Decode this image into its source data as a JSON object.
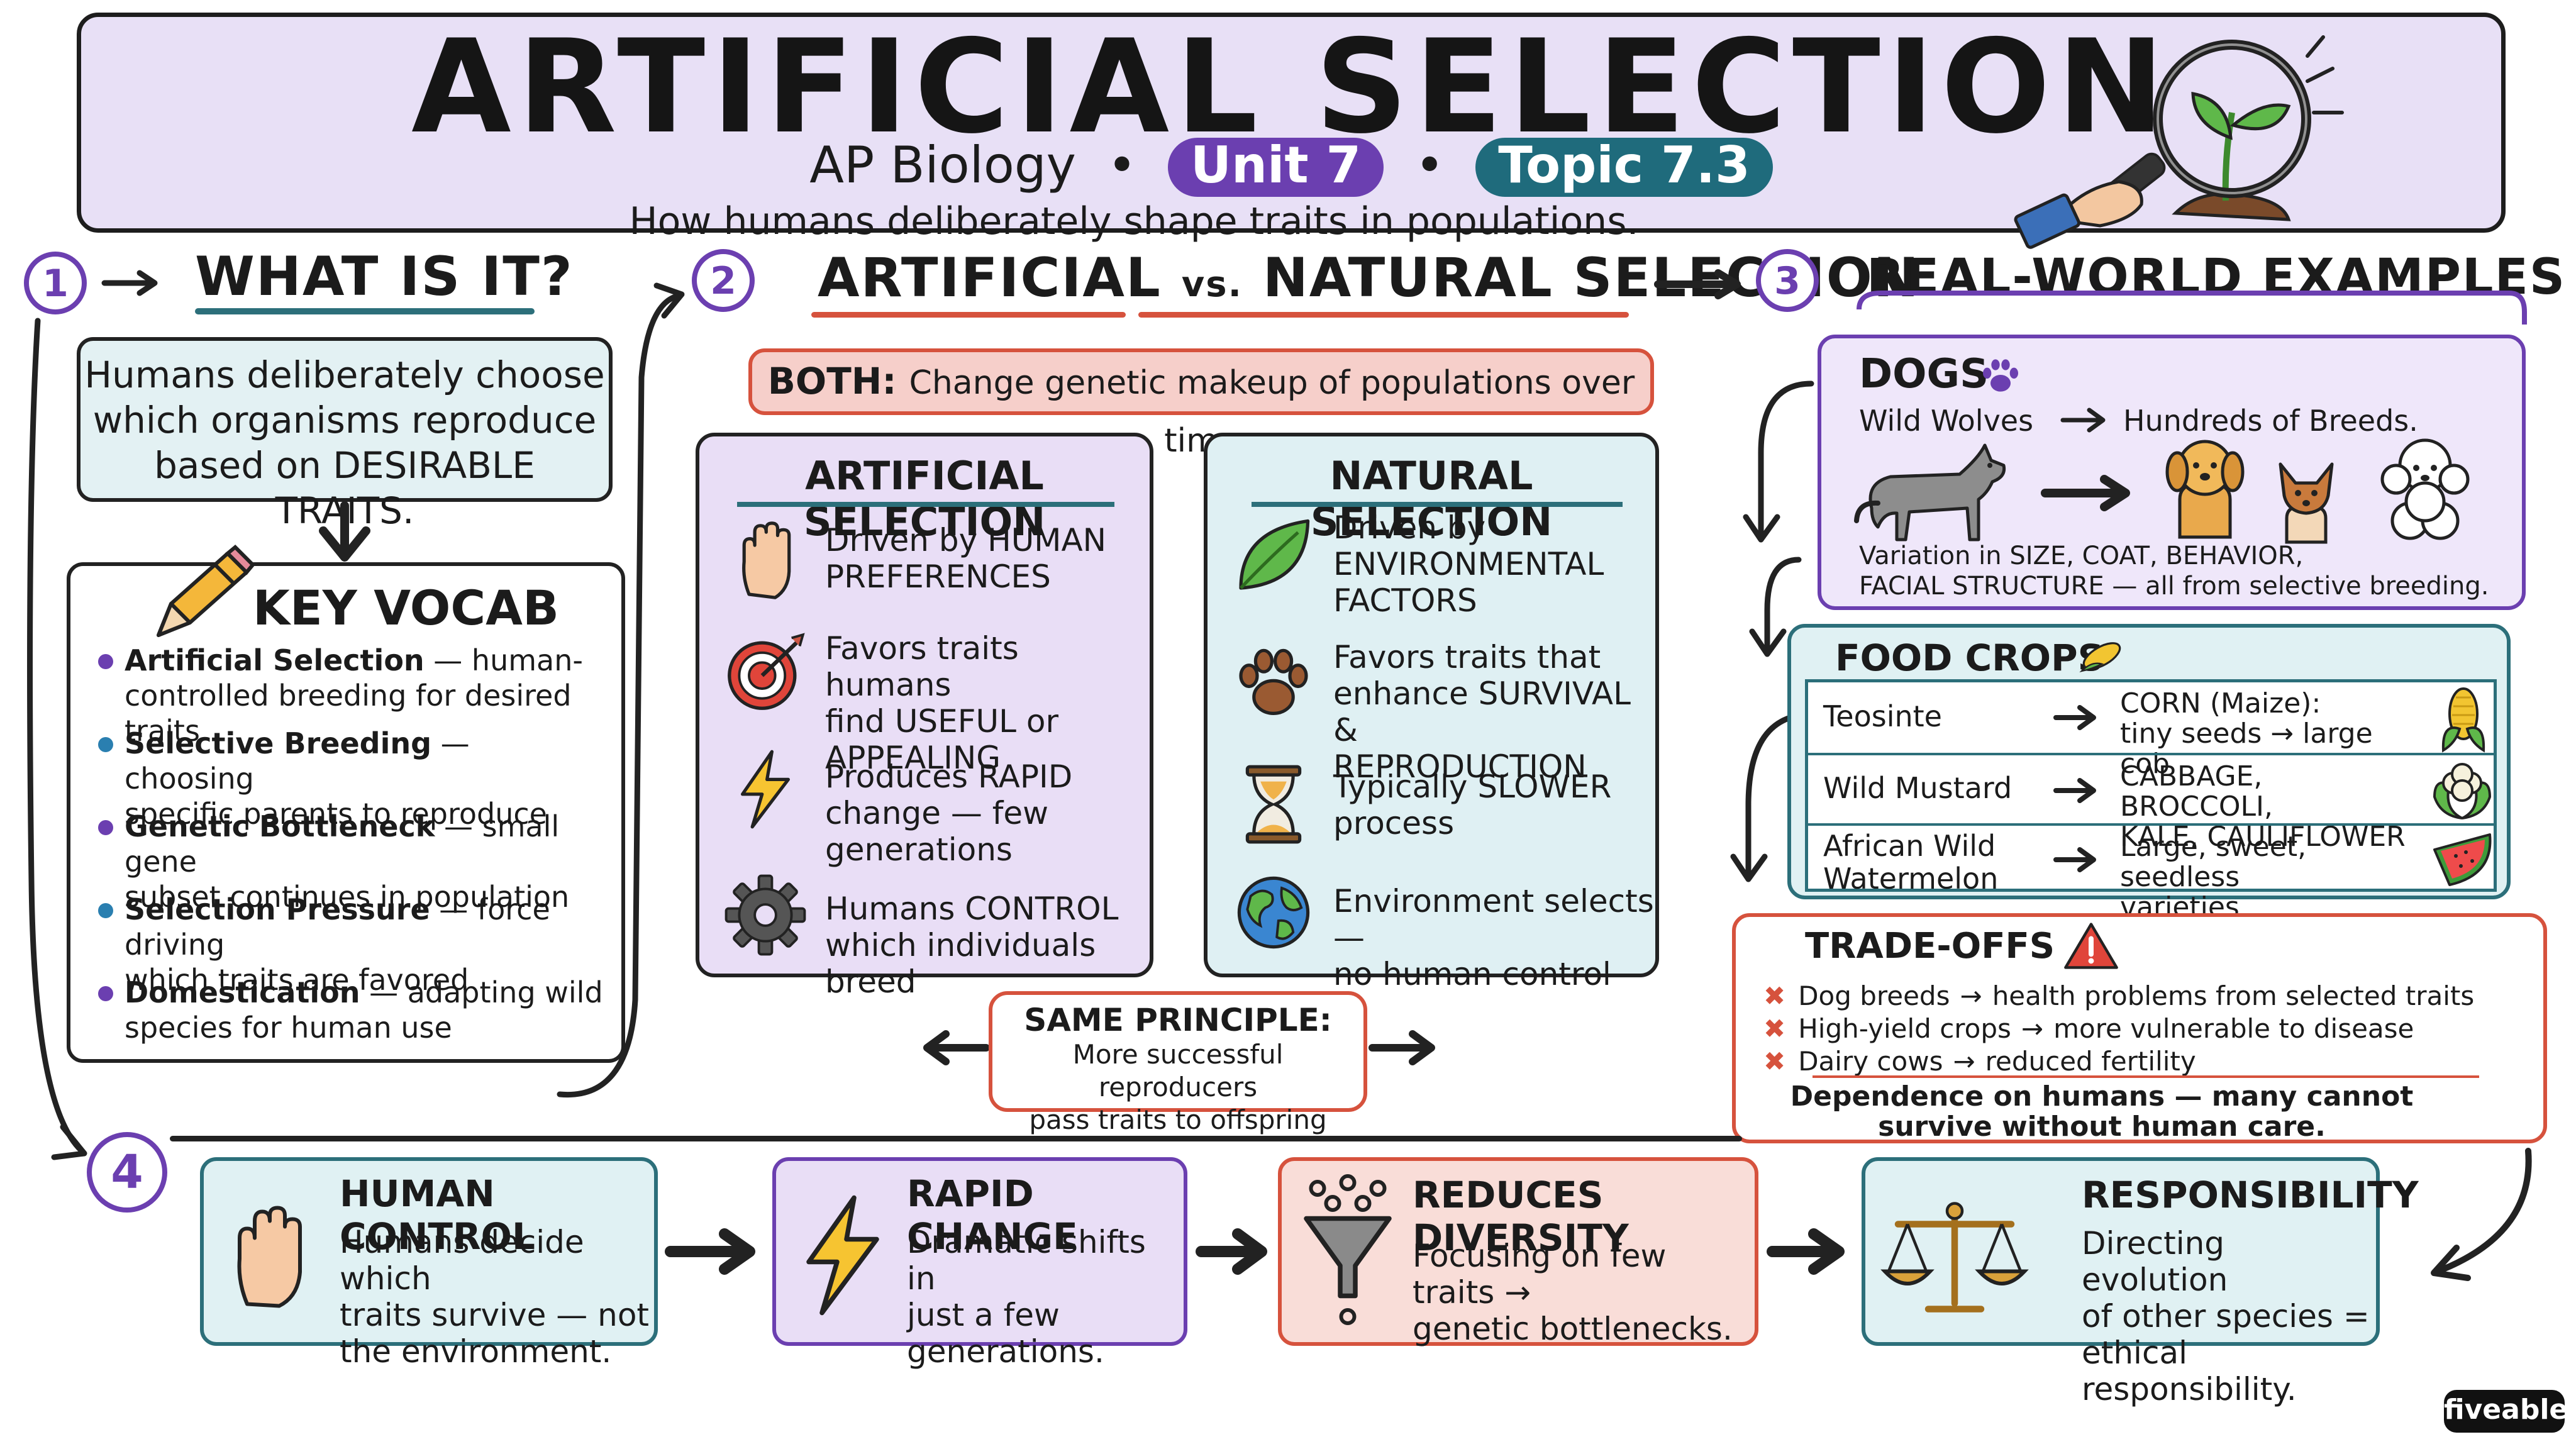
{
  "header": {
    "title": "ARTIFICIAL SELECTION",
    "course": "AP Biology",
    "separator": "•",
    "unit": "Unit 7",
    "topic": "Topic 7.3",
    "tagline": "How humans deliberately shape traits in populations."
  },
  "colors": {
    "purple": "#6b3fb0",
    "teal": "#2c6f7a",
    "red": "#d6523d",
    "unit_pill": "#6b3fb0",
    "topic_pill": "#1f6b7c"
  },
  "section1": {
    "number": "1",
    "heading": "WHAT IS IT?",
    "definition_lines": [
      "Humans deliberately choose",
      "which organisms reproduce",
      "based on DESIRABLE TRAITS."
    ],
    "vocab_title": "KEY VOCAB",
    "vocab": [
      {
        "term": "Artificial Selection",
        "rest1": " — human-",
        "line2": "controlled breeding for desired traits"
      },
      {
        "term": "Selective Breeding",
        "rest1": " — choosing",
        "line2": "specific parents to reproduce"
      },
      {
        "term": "Genetic Bottleneck",
        "rest1": " — small gene",
        "line2": "subset continues in population"
      },
      {
        "term": "Selection Pressure",
        "rest1": " — force driving",
        "line2": "which traits are favored"
      },
      {
        "term": "Domestication",
        "rest1": " — adapting wild",
        "line2": "species for human use"
      }
    ]
  },
  "section2": {
    "number": "2",
    "heading_a": "ARTIFICIAL",
    "heading_vs": "vs.",
    "heading_b": "NATURAL SELECTION",
    "both_label": "BOTH:",
    "both_text": "Change genetic makeup of populations over time",
    "artificial": {
      "title": "ARTIFICIAL SELECTION",
      "items": [
        {
          "icon": "raised-hand-icon",
          "lines": [
            "Driven by HUMAN",
            "PREFERENCES"
          ]
        },
        {
          "icon": "target-icon",
          "lines": [
            "Favors traits humans",
            "find USEFUL or",
            "APPEALING"
          ]
        },
        {
          "icon": "lightning-icon",
          "lines": [
            "Produces RAPID",
            "change — few",
            "generations"
          ]
        },
        {
          "icon": "gear-icon",
          "lines": [
            "Humans CONTROL",
            "which individuals breed"
          ]
        }
      ]
    },
    "natural": {
      "title": "NATURAL SELECTION",
      "items": [
        {
          "icon": "leaf-icon",
          "lines": [
            "Driven by",
            "ENVIRONMENTAL",
            "FACTORS"
          ]
        },
        {
          "icon": "paw-icon",
          "lines": [
            "Favors traits that",
            "enhance SURVIVAL &",
            "REPRODUCTION"
          ]
        },
        {
          "icon": "hourglass-icon",
          "lines": [
            "Typically SLOWER",
            "process"
          ]
        },
        {
          "icon": "globe-icon",
          "lines": [
            "Environment selects —",
            "no human control"
          ]
        }
      ]
    },
    "same_title": "SAME PRINCIPLE:",
    "same_lines": [
      "More successful reproducers",
      "pass traits to offspring"
    ]
  },
  "section3": {
    "number": "3",
    "heading": "REAL-WORLD EXAMPLES",
    "dogs": {
      "title": "DOGS",
      "from": "Wild Wolves",
      "to": "Hundreds of Breeds.",
      "note_lines": [
        "Variation in SIZE, COAT, BEHAVIOR,",
        "FACIAL STRUCTURE — all from selective breeding."
      ]
    },
    "crops": {
      "title": "FOOD CROPS",
      "rows": [
        {
          "wild": [
            "Teosinte"
          ],
          "result": [
            "CORN (Maize):",
            "tiny seeds → large cob"
          ],
          "icon": "corn-icon"
        },
        {
          "wild": [
            "Wild Mustard"
          ],
          "result": [
            "CABBAGE, BROCCOLI,",
            "KALE, CAULIFLOWER"
          ],
          "icon": "cauliflower-icon"
        },
        {
          "wild": [
            "African Wild",
            "Watermelon"
          ],
          "result": [
            "Large, sweet, seedless",
            "varieties"
          ],
          "icon": "watermelon-icon"
        }
      ]
    },
    "tradeoffs": {
      "title": "TRADE-OFFS",
      "items": [
        {
          "a": "Dog breeds",
          "b": "health problems from selected traits"
        },
        {
          "a": "High-yield crops",
          "b": "more vulnerable to disease"
        },
        {
          "a": "Dairy cows",
          "b": "reduced fertility"
        }
      ],
      "footer_lines": [
        "Dependence on humans — many cannot",
        "survive without human care."
      ]
    }
  },
  "section4": {
    "number": "4",
    "cards": [
      {
        "title": "HUMAN CONTROL",
        "lines": [
          "Humans decide which",
          "traits survive — not",
          "the environment."
        ],
        "icon": "raised-hand-icon"
      },
      {
        "title": "RAPID CHANGE",
        "lines": [
          "Dramatic shifts in",
          "just a few",
          "generations."
        ],
        "icon": "lightning-icon"
      },
      {
        "title": "REDUCES DIVERSITY",
        "lines": [
          "Focusing on few traits →",
          "genetic bottlenecks."
        ],
        "icon": "funnel-icon"
      },
      {
        "title": "RESPONSIBILITY",
        "lines": [
          "Directing evolution",
          "of other species =",
          "ethical responsibility."
        ],
        "icon": "scales-icon"
      }
    ]
  },
  "brand": "fiveable"
}
